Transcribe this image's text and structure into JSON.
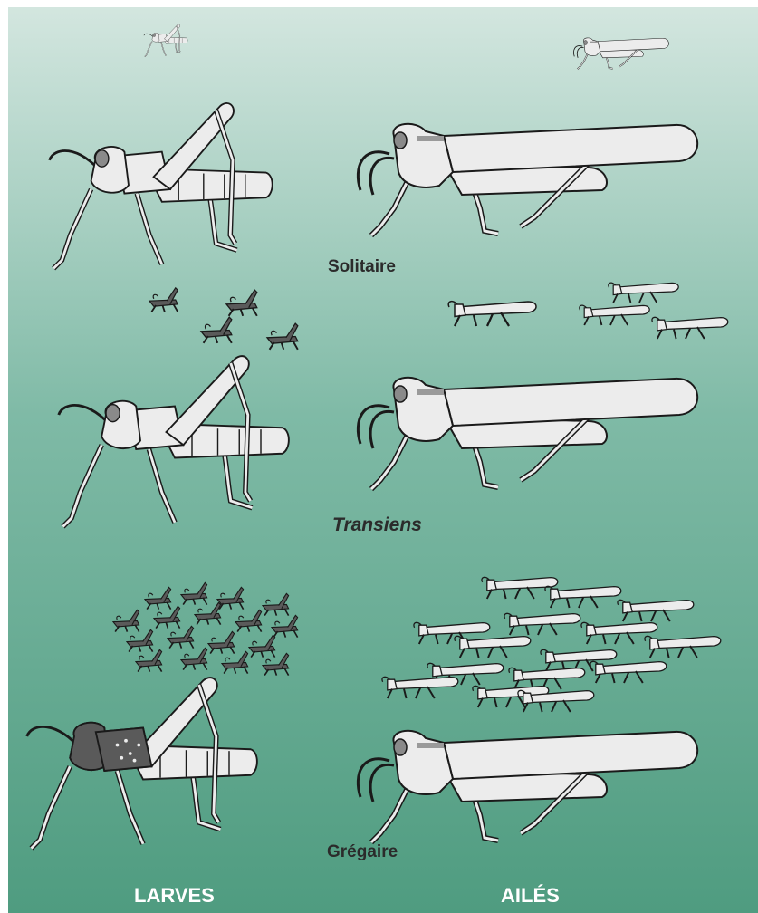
{
  "labels": {
    "solitaire": "Solitaire",
    "transiens": "Transiens",
    "gregaire": "Grégaire",
    "larves": "LARVES",
    "ailes": "AILÉS"
  },
  "colors": {
    "background_top": "#d3e6df",
    "background_bottom": "#4f9c80",
    "insect_fill_light": "#ececec",
    "insect_fill_dark": "#5a5a5a",
    "outline": "#1a1a1a"
  }
}
